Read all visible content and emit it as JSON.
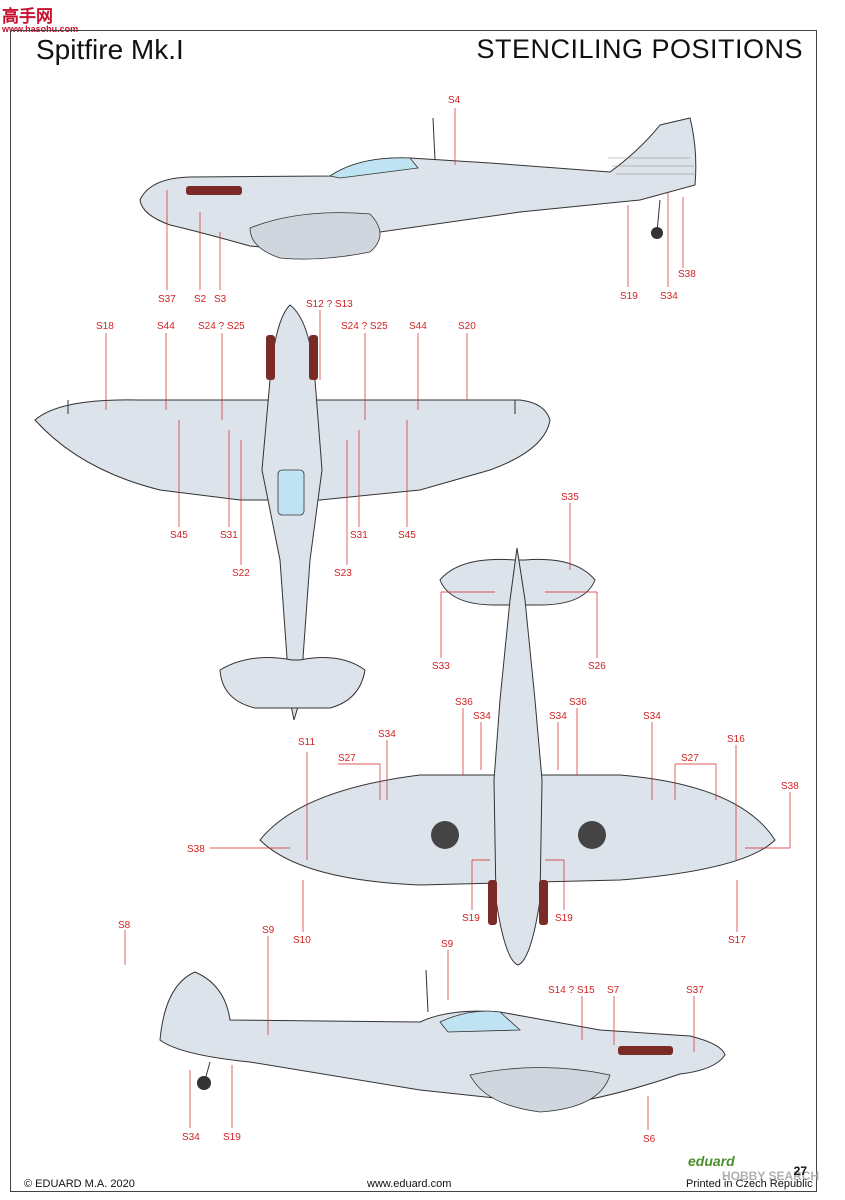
{
  "header": {
    "title": "Spitfire Mk.I",
    "section": "STENCILING POSITIONS",
    "watermark": "高手网",
    "watermark_url": "www.hasohu.com"
  },
  "footer": {
    "copyright": "© EDUARD M.A. 2020",
    "website": "www.eduard.com",
    "printed": "Printed in Czech Republic",
    "page": "27",
    "brand": "eduard",
    "brand2": "HOBBY SEARCH"
  },
  "callouts": {
    "side_top": [
      "S4",
      "S37",
      "S2",
      "S3",
      "S19",
      "S34",
      "S38"
    ],
    "top_view": [
      "S12 ? S13",
      "S18",
      "S44",
      "S24 ? S25",
      "S24 ? S25",
      "S44",
      "S20",
      "S45",
      "S31",
      "S22",
      "S31",
      "S23",
      "S45"
    ],
    "bottom_view": [
      "S35",
      "S33",
      "S26",
      "S36",
      "S34",
      "S36",
      "S34",
      "S34",
      "S11",
      "S27",
      "S34",
      "S27",
      "S16",
      "S38",
      "S38",
      "S19",
      "S19",
      "S10",
      "S17"
    ],
    "side_bottom": [
      "S8",
      "S9",
      "S9",
      "S14 ? S15",
      "S7",
      "S37",
      "S34",
      "S19",
      "S6"
    ]
  },
  "colors": {
    "callout": "#d22222",
    "airframe": "#dde3ea",
    "outline": "#333333",
    "canopy": "#bfe3f2",
    "exhaust": "#7a2b25"
  }
}
